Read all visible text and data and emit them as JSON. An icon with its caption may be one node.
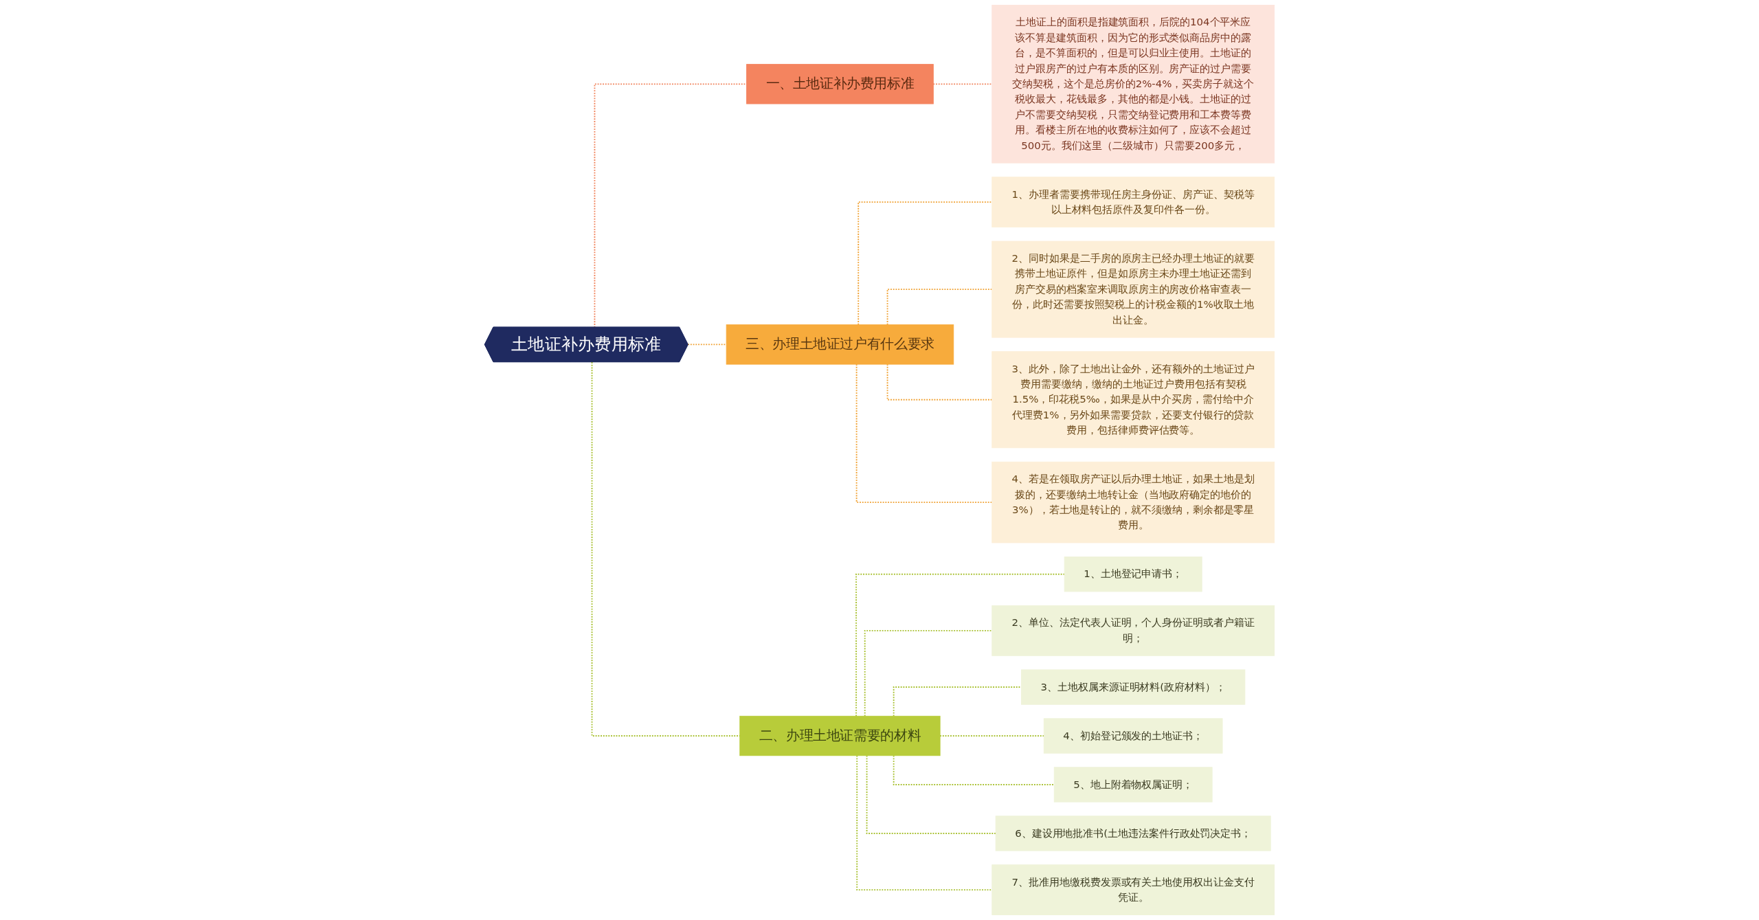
{
  "diagram": {
    "nodes": [
      {
        "text": [
          "土地证补办费用标准"
        ]
      },
      {
        "text": [
          "一、土地证补办费用标准"
        ]
      },
      {
        "text": [
          "土地证上的面积是指建筑面积，后院的104个平米应该不算是建筑面积，因为它的形式类似商品房中的露台，是不算面积的，但是可以归业主使用。土地证的过户跟房产的过户有本质的区别。房产证的过户需要交纳契税，这个是总房价的2%-4%，买卖房子就这个税收最大，花钱最多，其他的都是小钱。土地证的过户不需要交纳契税，只需交纳登记费用和工本费等费用。看楼主所在地的收费标注如何了，应该不会超过500元。我们这里（二级城市）只需要200多元，"
        ]
      },
      {
        "text": [
          "三、办理土地证过户有什么要求"
        ]
      },
      {
        "text": [
          "1、办理者需要携带现任房主身份证、房产证、契税等以上材料包括原件及复印件各一份。"
        ]
      },
      {
        "text": [
          "2、同时如果是二手房的原房主已经办理土地证的就要携带土地证原件，但是如原房主未办理土地证还需到房产交易的档案室来调取原房主的房改价格审查表一份，此时还需要按照契税上的计税金额的1%收取土地出让金。"
        ]
      },
      {
        "text": [
          "3、此外，除了土地出让金外，还有额外的土地证过户费用需要缴纳，缴纳的土地证过户费用包括有契税1.5%，印花税5‰，如果是从中介买房，需付给中介代理费1%，另外如果需要贷款，还要支付银行的贷款费用，包括律师费评估费等。"
        ]
      },
      {
        "text": [
          "4、若是在领取房产证以后办理土地证，如果土地是划拨的，还要缴纳土地转让金（当地政府确定的地价的3%），若土地是转让的，就不须缴纳，剩余都是零星费用。"
        ]
      },
      {
        "text": [
          "二、办理土地证需要的材料"
        ]
      },
      {
        "text": [
          "1、土地登记申请书；"
        ]
      },
      {
        "text": [
          "2、单位、法定代表人证明，个人身份证明或者户籍证明；"
        ]
      },
      {
        "text": [
          "3、土地权属来源证明材料(政府材料）；"
        ]
      },
      {
        "text": [
          "4、初始登记颁发的土地证书；"
        ]
      },
      {
        "text": [
          "5、地上附着物权属证明；"
        ]
      },
      {
        "text": [
          "6、建设用地批准书(土地违法案件行政处罚决定书；"
        ]
      },
      {
        "text": [
          "7、批准用地缴税费发票或有关土地使用权出让金支付凭证。"
        ]
      }
    ],
    "edges": [
      {
        "from": 0,
        "to": 1,
        "arrow": "none",
        "style": "dashed",
        "color": "#f08058"
      },
      {
        "from": 1,
        "to": 2,
        "arrow": "none",
        "style": "dashed",
        "color": "#f08058"
      },
      {
        "from": 0,
        "to": 3,
        "arrow": "none",
        "style": "dashed",
        "color": "#f0a030"
      },
      {
        "from": 3,
        "to": 4,
        "arrow": "none",
        "style": "dashed",
        "color": "#f0a030"
      },
      {
        "from": 3,
        "to": 5,
        "arrow": "none",
        "style": "dashed",
        "color": "#f0a030"
      },
      {
        "from": 3,
        "to": 6,
        "arrow": "none",
        "style": "dashed",
        "color": "#f0a030"
      },
      {
        "from": 3,
        "to": 7,
        "arrow": "none",
        "style": "dashed",
        "color": "#f0a030"
      },
      {
        "from": 0,
        "to": 8,
        "arrow": "none",
        "style": "dashed",
        "color": "#a8c030"
      },
      {
        "from": 8,
        "to": 9,
        "arrow": "none",
        "style": "dashed",
        "color": "#a8c030"
      },
      {
        "from": 8,
        "to": 10,
        "arrow": "none",
        "style": "dashed",
        "color": "#a8c030"
      },
      {
        "from": 8,
        "to": 11,
        "arrow": "none",
        "style": "dashed",
        "color": "#a8c030"
      },
      {
        "from": 8,
        "to": 12,
        "arrow": "none",
        "style": "dashed",
        "color": "#a8c030"
      },
      {
        "from": 8,
        "to": 13,
        "arrow": "none",
        "style": "dashed",
        "color": "#a8c030"
      },
      {
        "from": 8,
        "to": 14,
        "arrow": "none",
        "style": "dashed",
        "color": "#a8c030"
      },
      {
        "from": 8,
        "to": 15,
        "arrow": "none",
        "style": "dashed",
        "color": "#a8c030"
      }
    ]
  }
}
